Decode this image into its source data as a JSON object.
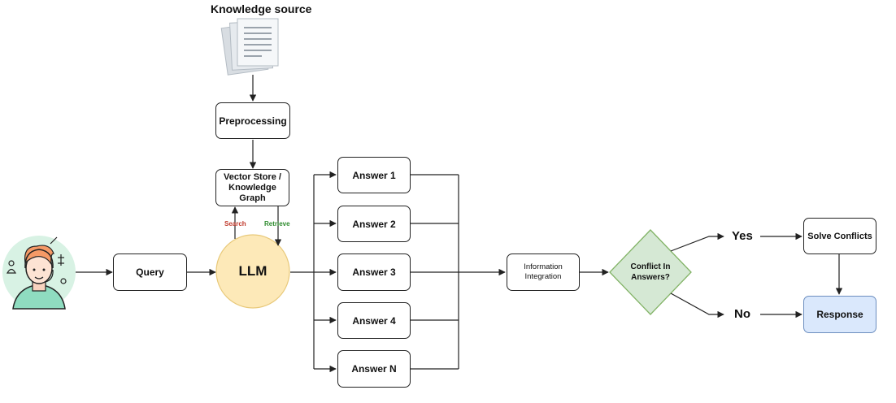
{
  "nodes": {
    "knowledge_source": "Knowledge source",
    "preprocessing": "Preprocessing",
    "vector_store": "Vector Store / Knowledge Graph",
    "query": "Query",
    "llm": "LLM",
    "answers": [
      "Answer 1",
      "Answer 2",
      "Answer 3",
      "Answer 4",
      "Answer N"
    ],
    "information_integration": "Information Integration",
    "decision": "Conflict In Answers?",
    "yes": "Yes",
    "no": "No",
    "solve_conflicts": "Solve Conflicts",
    "response": "Response"
  },
  "edge_labels": {
    "search": "Search",
    "retrieve": "Retrieve"
  },
  "colors": {
    "llm_fill": "#fde9b8",
    "llm_border": "#e8c97a",
    "decision_fill": "#d5e8d4",
    "decision_border": "#82b366",
    "response_fill": "#dae8fc",
    "response_border": "#6c8ebf",
    "search_text": "#c0392b",
    "retrieve_text": "#2e8b2e",
    "avatar_bg": "#d8f2e4"
  },
  "icons": {
    "user": "user-avatar-icon",
    "document": "document-stack-icon"
  }
}
